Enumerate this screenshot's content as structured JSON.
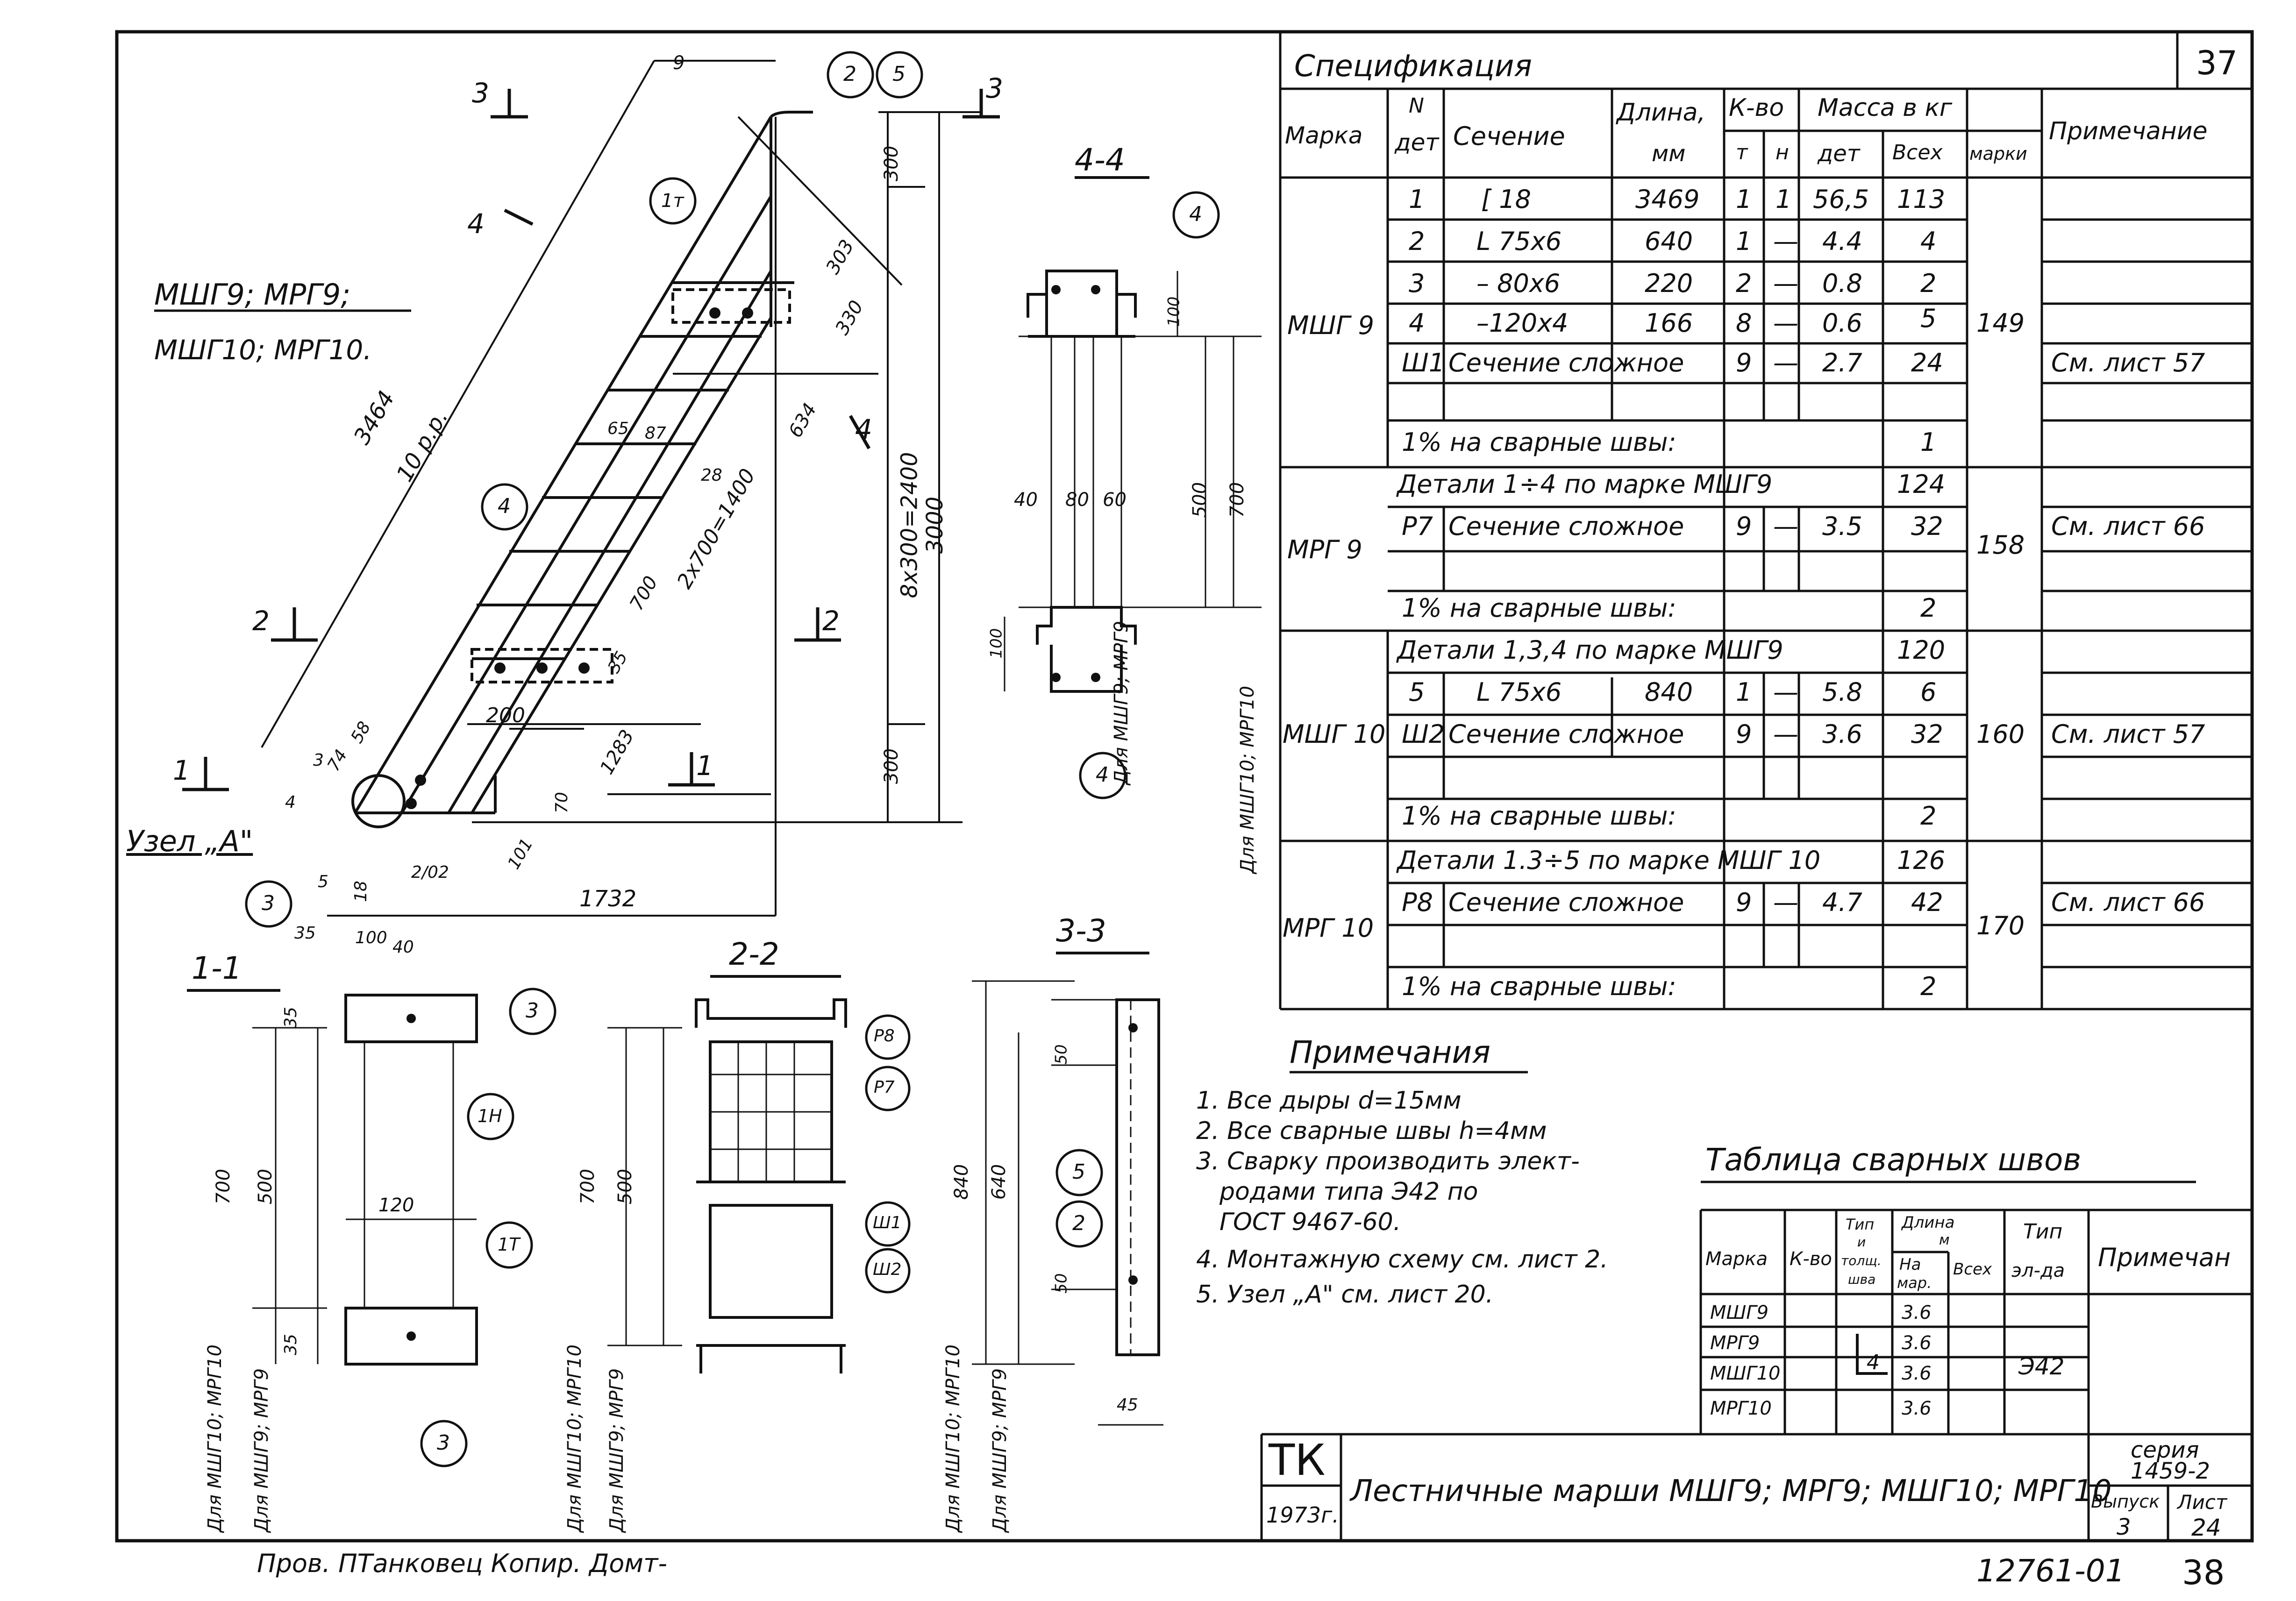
{
  "sheet": {
    "top_number": "37",
    "bottom_number": "38",
    "archive_number": "12761-01",
    "signatures": "Пров. ПТанковец Копир. Домт-"
  },
  "drawing": {
    "label_marks": "МШГ9; МРГ9;",
    "label_marks2": "МШГ10; МРГ10.",
    "node_label": "Узел „А\"",
    "sections": {
      "s11": "1-1",
      "s22": "2-2",
      "s33": "3-3",
      "s44": "4-4"
    },
    "cuts": {
      "c3": "3",
      "c2": "2",
      "c1": "1",
      "c4": "4"
    },
    "dims": {
      "d3464": "3464",
      "d10pp": "10 р.р.",
      "d9": "9",
      "d300a": "300",
      "d303": "303",
      "d330": "330",
      "d634": "634",
      "d3000": "3000",
      "d8x300": "8х300=2400",
      "d2x700": "2х700=1400",
      "d700": "700",
      "d65": "65",
      "d87": "87",
      "d28": "28",
      "d35": "35",
      "d200": "200",
      "d1283": "1283",
      "d300b": "300",
      "d1732": "1732",
      "d70": "70",
      "d101": "101",
      "d202": "2/02",
      "d74": "74",
      "d58": "58",
      "d4": "4",
      "d3": "3",
      "d5": "5",
      "d18": "18",
      "d35b": "35",
      "d100": "100",
      "d40": "40",
      "s44_100a": "100",
      "s44_40": "40",
      "s44_80": "80",
      "s44_60": "60",
      "s44_500": "500",
      "s44_700": "700",
      "s44_100b": "100",
      "s11_35a": "35",
      "s11_700": "700",
      "s11_500": "500",
      "s11_120": "120",
      "s11_35b": "35",
      "s22_700": "700",
      "s22_500": "500",
      "s33_840": "840",
      "s33_640": "640",
      "s33_50a": "50",
      "s33_50b": "50",
      "s33_45": "45"
    },
    "callouts": {
      "c2": "2",
      "c5": "5",
      "c1T": "1т",
      "c4": "4",
      "c3": "3",
      "c4b": "4",
      "c4c": "4",
      "c3b": "3",
      "c1H": "1Н",
      "c1Tb": "1Т",
      "c3c": "3",
      "cP8": "Р8",
      "cP7": "Р7",
      "cSh1": "Ш1",
      "cSh2": "Ш2",
      "c5b": "5",
      "c2b": "2"
    },
    "vertical_notes": {
      "v1": "Для МШГ9; МРГ9",
      "v2": "Для МШГ10; МРГ10",
      "v3": "Для МШГ10; МРГ10",
      "v4": "Для МШГ9; МРГ9",
      "v5": "Для МШГ10; МРГ10",
      "v6": "Для МШГ9; МРГ9",
      "v7": "Для МШГ10; МРГ10",
      "v8": "Для МШГ9; МРГ9"
    }
  },
  "spec": {
    "title": "Спецификация",
    "headers": {
      "mark": "Марка",
      "n": "N",
      "det": "дет",
      "section": "Сечение",
      "length": "Длина,",
      "mm": "мм",
      "qty": "К-во",
      "t": "т",
      "h": "н",
      "mass": "Масса в кг",
      "mdet": "дет",
      "mall": "Всех",
      "mmark": "марки",
      "note": "Примечание"
    },
    "rows": [
      {
        "mark": "",
        "n": "1",
        "sec": "[ 18",
        "len": "3469",
        "t": "1",
        "h": "1",
        "det": "56,5",
        "all": "113",
        "mm": "",
        "note": ""
      },
      {
        "mark": "",
        "n": "2",
        "sec": "L 75х6",
        "len": "640",
        "t": "1",
        "h": "—",
        "det": "4.4",
        "all": "4",
        "mm": "",
        "note": ""
      },
      {
        "mark": "",
        "n": "3",
        "sec": "– 80х6",
        "len": "220",
        "t": "2",
        "h": "—",
        "det": "0.8",
        "all": "2",
        "mm": "",
        "note": ""
      },
      {
        "mark": "МШГ 9",
        "n": "4",
        "sec": "–120х4",
        "len": "166",
        "t": "8",
        "h": "—",
        "det": "0.6",
        "all": "5",
        "mm": "149",
        "note": ""
      },
      {
        "mark": "",
        "n": "Ш1",
        "sec": "Сечение сложное",
        "len": "",
        "t": "9",
        "h": "—",
        "det": "2.7",
        "all": "24",
        "mm": "",
        "note": "См. лист 57"
      }
    ],
    "w1": {
      "text": "1% на сварные швы:",
      "all": "1"
    },
    "mrg9_parts": {
      "text": "Детали 1÷4 по марке МШГ9",
      "all": "124"
    },
    "mrg9_row": {
      "mark": "МРГ 9",
      "n": "Р7",
      "sec": "Сечение сложное",
      "t": "9",
      "h": "—",
      "det": "3.5",
      "all": "32",
      "mm": "158",
      "note": "См. лист 66"
    },
    "w2": {
      "text": "1% на сварные швы:",
      "all": "2"
    },
    "mshg10_parts": {
      "text": "Детали 1,3,4 по марке МШГ9",
      "all": "120"
    },
    "mshg10_row1": {
      "n": "5",
      "sec": "L 75х6",
      "len": "840",
      "t": "1",
      "h": "—",
      "det": "5.8",
      "all": "6"
    },
    "mshg10_row2": {
      "mark": "МШГ 10",
      "n": "Ш2",
      "sec": "Сечение сложное",
      "t": "9",
      "h": "—",
      "det": "3.6",
      "all": "32",
      "mm": "160",
      "note": "См. лист 57"
    },
    "w3": {
      "text": "1% на сварные швы:",
      "all": "2"
    },
    "mrg10_parts": {
      "text": "Детали 1.3÷5 по марке МШГ 10",
      "all": "126"
    },
    "mrg10_row": {
      "mark": "МРГ 10",
      "n": "Р8",
      "sec": "Сечение сложное",
      "t": "9",
      "h": "—",
      "det": "4.7",
      "all": "42",
      "mm": "170",
      "note": "См. лист 66"
    },
    "w4": {
      "text": "1% на сварные швы:",
      "all": "2"
    }
  },
  "notes": {
    "title": "Примечания",
    "lines": [
      "1. Все дыры d=15мм",
      "2. Все сварные швы h=4мм",
      "3. Сварку производить элект-",
      "родами типа Э42 по",
      "ГОСТ 9467-60.",
      "4. Монтажную схему см. лист 2.",
      "5. Узел „А\" см. лист 20."
    ]
  },
  "weld_table": {
    "title": "Таблица сварных швов",
    "headers": {
      "mark": "Марка",
      "qty": "К-во",
      "type1": "Тип",
      "type2": "и",
      "type3": "толщ.",
      "type4": "шва",
      "len": "Длина",
      "lenm": "м",
      "na": "На",
      "mar": "мар.",
      "all": "Всех",
      "el1": "Тип",
      "el2": "эл-да",
      "note": "Примечан"
    },
    "rows": [
      {
        "mark": "МШГ9",
        "len": "3.6"
      },
      {
        "mark": "МРГ9",
        "len": "3.6"
      },
      {
        "mark": "МШГ10",
        "len": "3.6"
      },
      {
        "mark": "МРГ10",
        "len": "3.6"
      }
    ],
    "weld_type": "4",
    "electrode": "Э42"
  },
  "title_block": {
    "logo": "ТК",
    "year": "1973г.",
    "title": "Лестничные марши МШГ9; МРГ9; МШГ10; МРГ10",
    "series_label": "серия",
    "series": "1459-2",
    "issue_label": "Выпуск",
    "issue": "3",
    "sheet_label": "Лист",
    "sheet": "24"
  }
}
